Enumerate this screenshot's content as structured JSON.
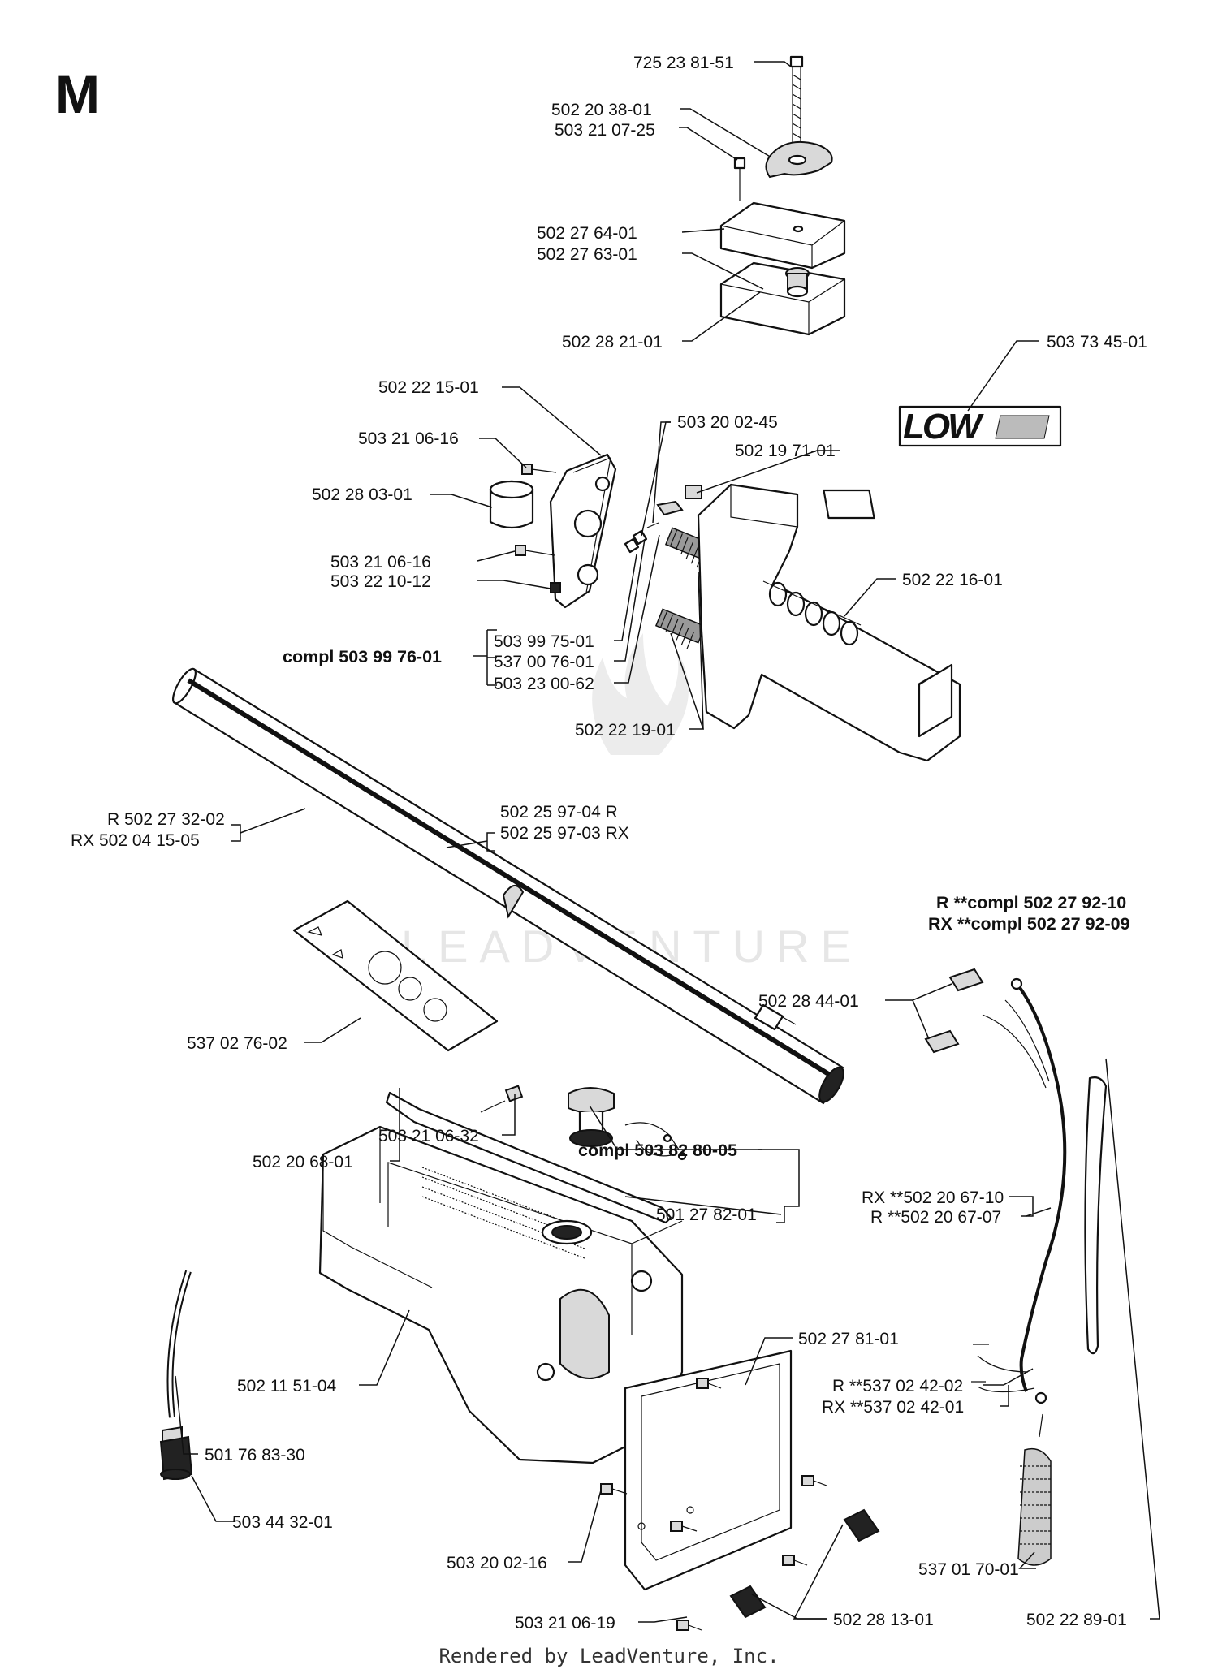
{
  "section": "M",
  "footer": "Rendered by LeadVenture, Inc.",
  "watermark": "LEADVENTURE",
  "logo_text": "LOW",
  "labels": {
    "l1": "725 23 81-51",
    "l2": "502 20 38-01",
    "l3": "503 21 07-25",
    "l4": "502 27 64-01",
    "l5": "502 27 63-01",
    "l6": "502 28 21-01",
    "l7": "503 73 45-01",
    "l8": "502 22 15-01",
    "l9": "503 21 06-16",
    "l10": "503 20 02-45",
    "l11": "502 19 71-01",
    "l12": "502 28 03-01",
    "l13": "503 21 06-16",
    "l14": "503 22 10-12",
    "l15": "502 22 16-01",
    "l16": "compl 503 99 76-01",
    "l17": "503 99 75-01",
    "l18": "537 00 76-01",
    "l19": "503 23 00-62",
    "l20": "502 22 19-01",
    "l21": "R 502 27 32-02",
    "l22": "RX 502 04 15-05",
    "l23": "502 25 97-04 R",
    "l24": "502 25 97-03 RX",
    "l25": "R **compl 502 27 92-10",
    "l26": "RX **compl 502 27 92-09",
    "l27": "502 28 44-01",
    "l28": "537 02 76-02",
    "l29": "503 21 06-32",
    "l30": "compl 503 82 80-05",
    "l31": "502 20 68-01",
    "l32": "501 27 82-01",
    "l33": "RX **502 20 67-10",
    "l34": "R **502 20 67-07",
    "l35": "502 27 81-01",
    "l36": "502 11 51-04",
    "l37": "R **537 02 42-02",
    "l38": "RX **537 02 42-01",
    "l39": "501 76 83-30",
    "l40": "503 44 32-01",
    "l41": "503 20 02-16",
    "l42": "537 01 70-01",
    "l43": "503 21 06-19",
    "l44": "502 28 13-01",
    "l45": "502 22 89-01"
  }
}
